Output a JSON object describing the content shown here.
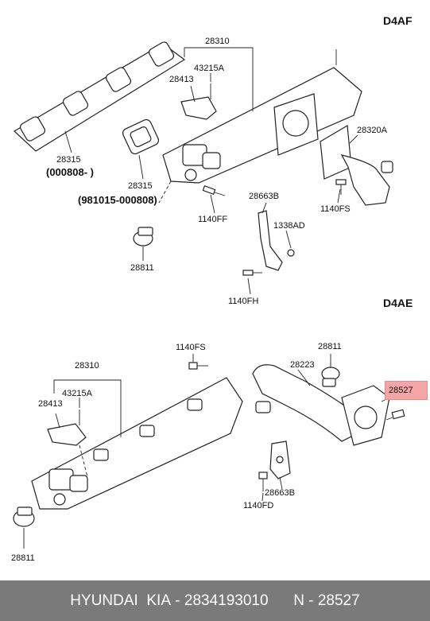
{
  "diagram": {
    "top": {
      "variant": "D4AF",
      "labels": {
        "manifold": "28310",
        "bolt_a": "43215A",
        "bracket": "28413",
        "gasket_1": "28315",
        "gasket_1_date": "(000808- )",
        "gasket_2": "28315",
        "gasket_2_date": "(981015-000808)",
        "elbow": "28320A",
        "stay": "28663B",
        "nut": "1338AD",
        "bolt_ff": "1140FF",
        "bolt_fs": "1140FS",
        "bolt_fh": "1140FH",
        "plug": "28811"
      }
    },
    "bottom": {
      "variant": "D4AE",
      "labels": {
        "bolt_fs": "1140FS",
        "manifold": "28310",
        "bolt_a": "43215A",
        "bracket": "28413",
        "pipe": "28223",
        "plug_top": "28811",
        "highlight": "28527",
        "stay": "28663B",
        "bolt_fd": "1140FD",
        "plug_bottom": "28811"
      }
    }
  },
  "footer": {
    "brand": "HYUNDAI  KIA",
    "part_number": "2834193010",
    "ref": "N - 28527"
  },
  "colors": {
    "highlight": "#f4a6a6",
    "footer_bg": "#7a7a7a"
  }
}
